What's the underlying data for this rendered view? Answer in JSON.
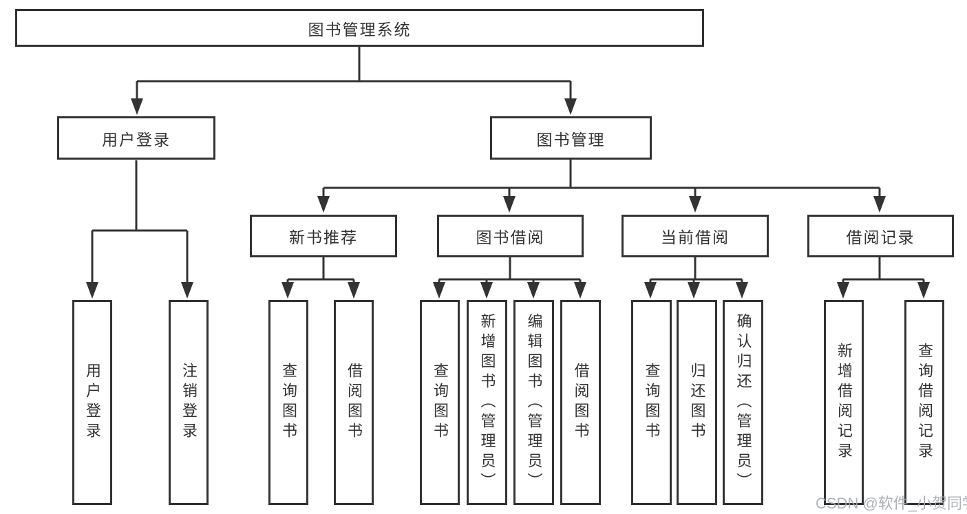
{
  "diagram": {
    "title": "图书管理系统",
    "type": "hierarchy-tree",
    "colors": {
      "line": "#333333",
      "box_border": "#333333",
      "box_background": "#ffffff",
      "text": "#333333",
      "watermark": "#a5aab0"
    },
    "nodes": {
      "root": {
        "label": "图书管理系统"
      },
      "user_login": {
        "label": "用户登录"
      },
      "book_mgmt": {
        "label": "图书管理"
      },
      "new_book_rec": {
        "label": "新书推荐"
      },
      "book_borrow": {
        "label": "图书借阅"
      },
      "current_borrow": {
        "label": "当前借阅"
      },
      "borrow_record": {
        "label": "借阅记录"
      },
      "leaf_user_login": {
        "label": "用户登录"
      },
      "leaf_logout": {
        "label": "注销登录"
      },
      "leaf_query_book_1": {
        "label": "查询图书"
      },
      "leaf_borrow_book_1": {
        "label": "借阅图书"
      },
      "leaf_query_book_2": {
        "label": "查询图书"
      },
      "leaf_add_book": {
        "label": "新增图书（管理员）"
      },
      "leaf_edit_book": {
        "label": "编辑图书（管理员）"
      },
      "leaf_borrow_book_2": {
        "label": "借阅图书"
      },
      "leaf_query_book_3": {
        "label": "查询图书"
      },
      "leaf_return_book": {
        "label": "归还图书"
      },
      "leaf_confirm_return": {
        "label": "确认归还（管理员）"
      },
      "leaf_add_record": {
        "label": "新增借阅记录"
      },
      "leaf_query_record": {
        "label": "查询借阅记录"
      }
    },
    "edges": [
      [
        "root",
        "user_login"
      ],
      [
        "root",
        "book_mgmt"
      ],
      [
        "user_login",
        "leaf_user_login"
      ],
      [
        "user_login",
        "leaf_logout"
      ],
      [
        "book_mgmt",
        "new_book_rec"
      ],
      [
        "book_mgmt",
        "book_borrow"
      ],
      [
        "book_mgmt",
        "current_borrow"
      ],
      [
        "book_mgmt",
        "borrow_record"
      ],
      [
        "new_book_rec",
        "leaf_query_book_1"
      ],
      [
        "new_book_rec",
        "leaf_borrow_book_1"
      ],
      [
        "book_borrow",
        "leaf_query_book_2"
      ],
      [
        "book_borrow",
        "leaf_add_book"
      ],
      [
        "book_borrow",
        "leaf_edit_book"
      ],
      [
        "book_borrow",
        "leaf_borrow_book_2"
      ],
      [
        "current_borrow",
        "leaf_query_book_3"
      ],
      [
        "current_borrow",
        "leaf_return_book"
      ],
      [
        "current_borrow",
        "leaf_confirm_return"
      ],
      [
        "borrow_record",
        "leaf_add_record"
      ],
      [
        "borrow_record",
        "leaf_query_record"
      ]
    ],
    "watermark": {
      "text": "CSDN @软件_小贺同学"
    }
  }
}
